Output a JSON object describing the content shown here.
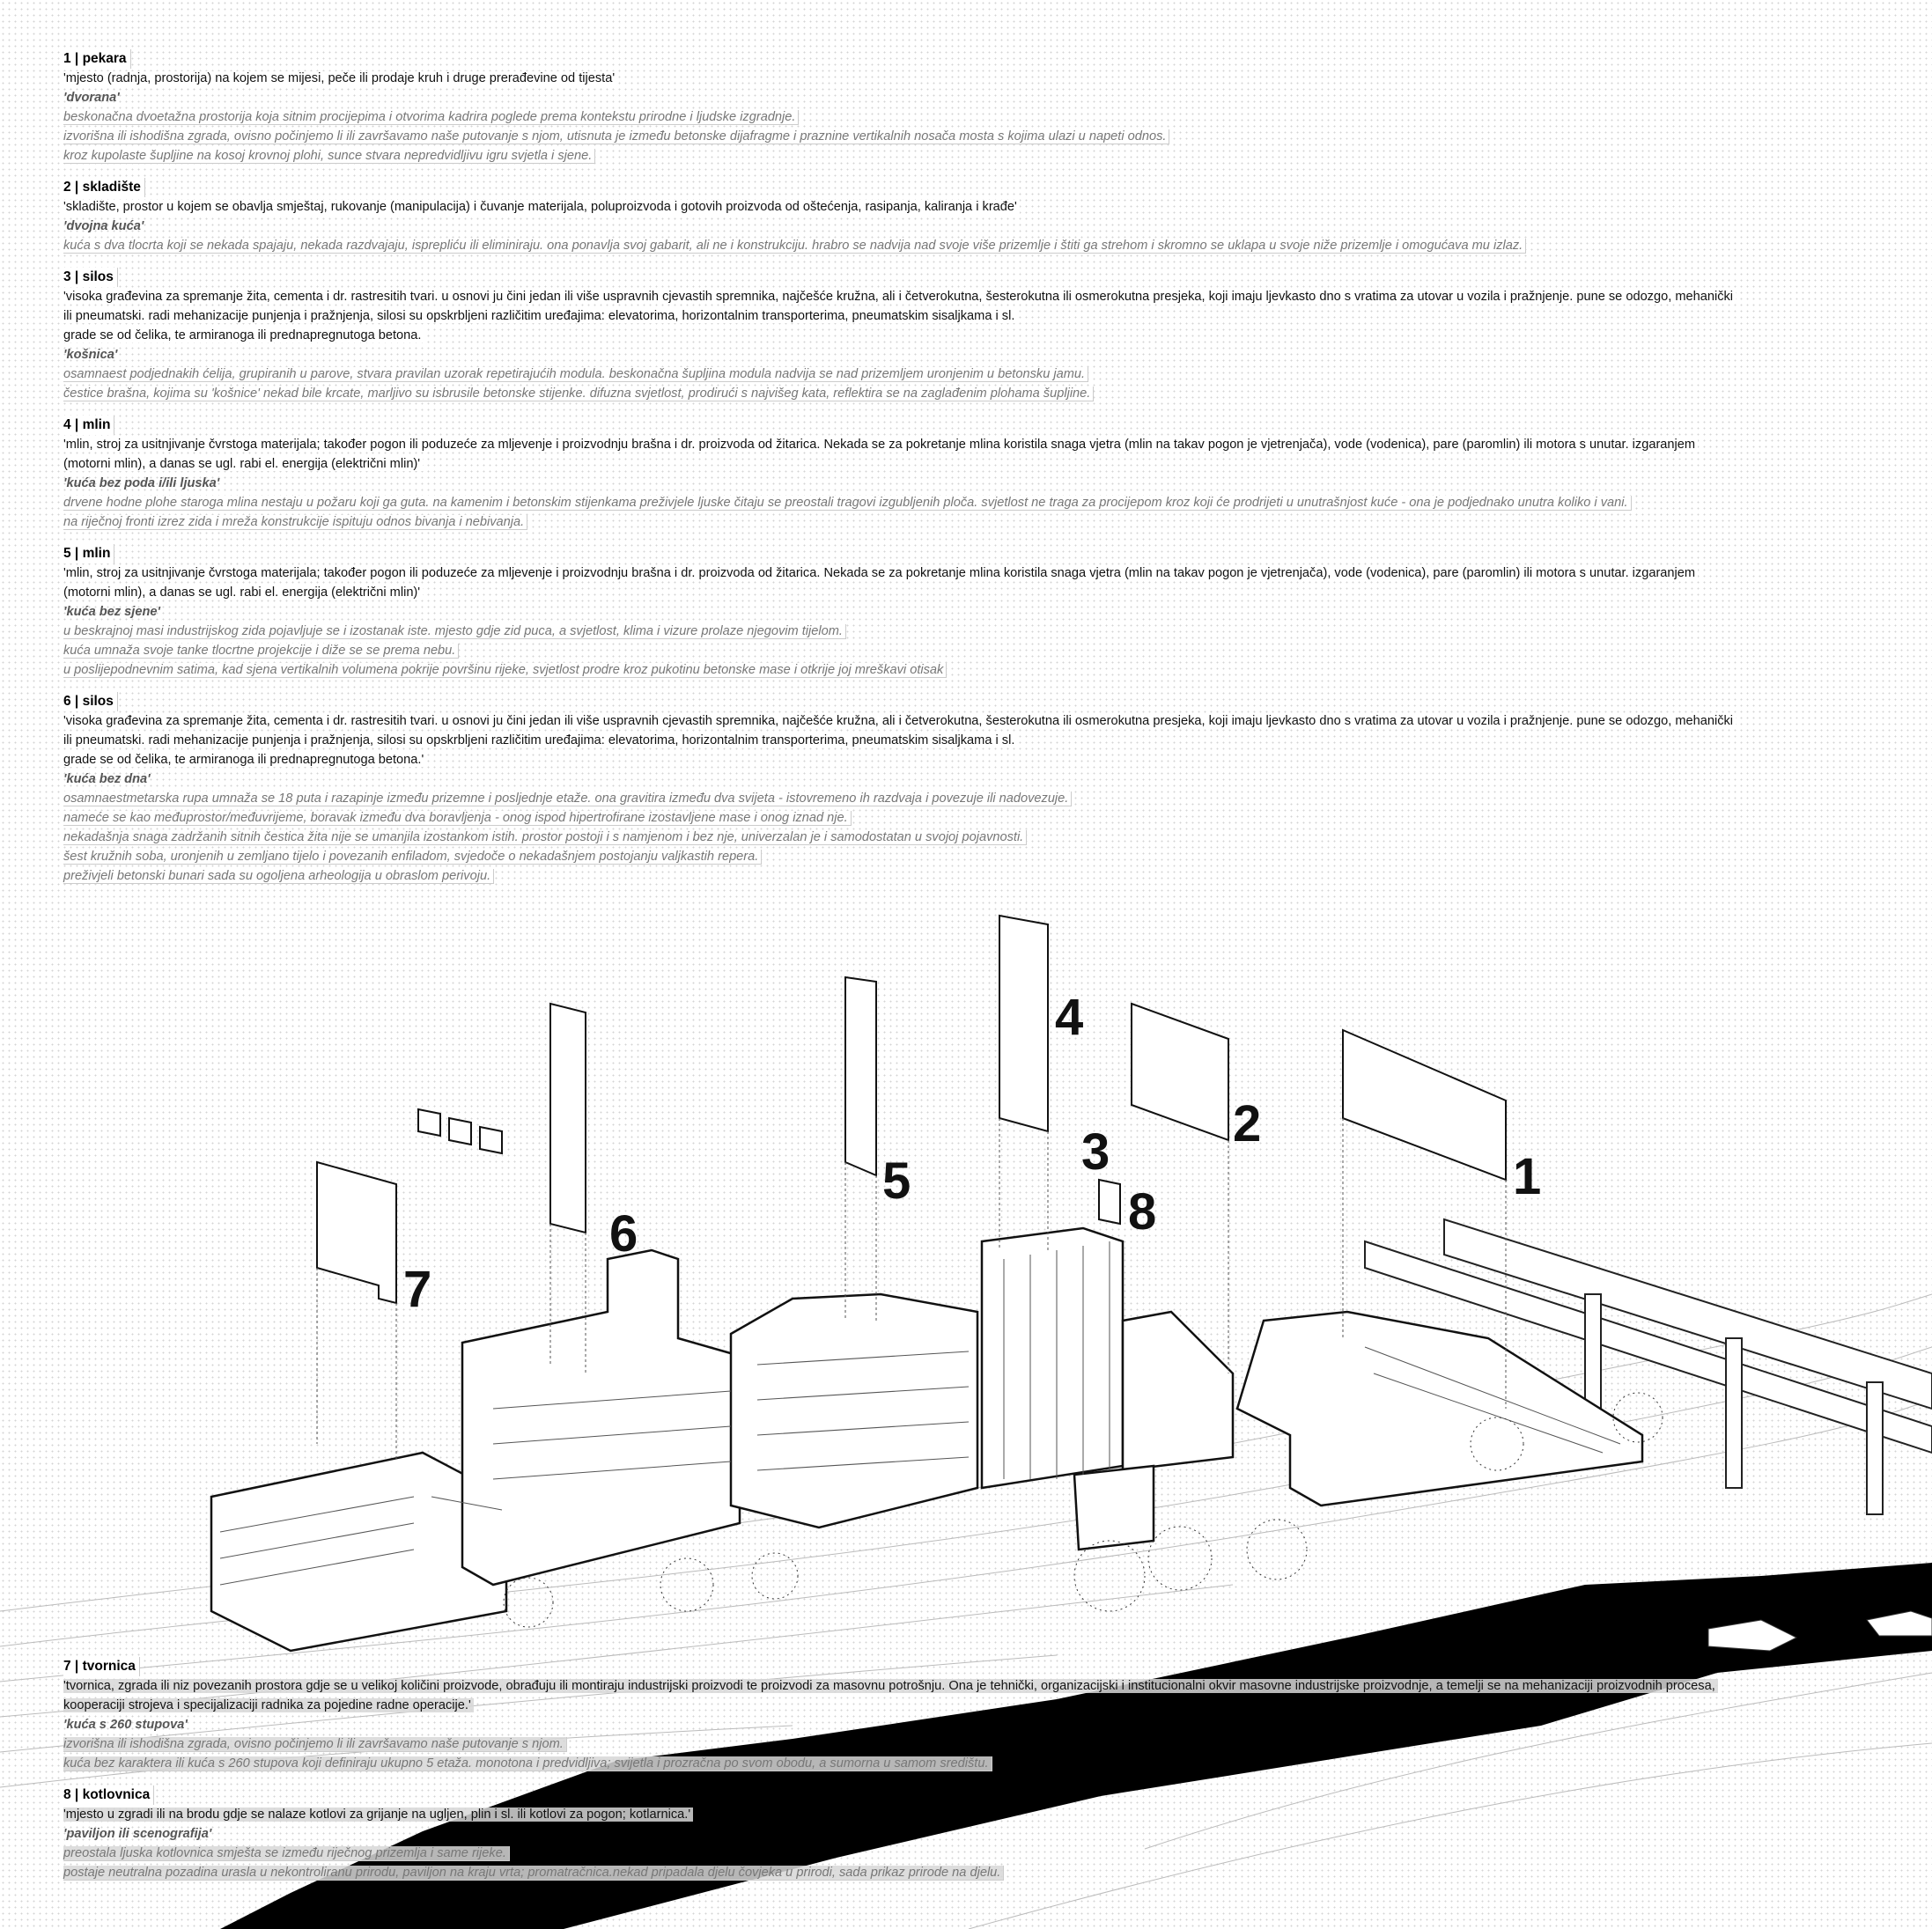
{
  "sections_top": [
    {
      "heading": "1 | pekara",
      "definition": [
        "'mjesto (radnja, prostorija) na kojem se mijesi, peče ili prodaje kruh i druge prerađevine od tijesta'"
      ],
      "concept": "'dvorana'",
      "description": [
        "beskonačna dvoetažna prostorija koja sitnim procijepima i otvorima kadrira poglede prema kontekstu prirodne i ljudske izgradnje.",
        "izvorišna ili ishodišna zgrada, ovisno počinjemo li ili završavamo naše putovanje s njom, utisnuta je između betonske dijafragme i praznine vertikalnih nosača mosta s kojima ulazi u napeti odnos.",
        "kroz kupolaste šupljine na kosoj krovnoj plohi, sunce stvara nepredvidljivu igru svjetla i sjene."
      ]
    },
    {
      "heading": "2 | skladište",
      "definition": [
        "'skladište, prostor u kojem se obavlja smještaj, rukovanje (manipulacija) i čuvanje materijala, poluproizvoda i gotovih proizvoda od oštećenja, rasipanja, kaliranja i krađe'"
      ],
      "concept": "'dvojna kuća'",
      "description": [
        "kuća  s dva tlocrta koji se nekada spajaju, nekada razdvajaju, isprepliću ili eliminiraju. ona ponavlja svoj gabarit, ali ne i konstrukciju. hrabro se nadvija nad svoje više prizemlje i štiti ga strehom i skromno se uklapa u svoje niže prizemlje i omogućava mu izlaz."
      ]
    },
    {
      "heading": "3 | silos",
      "definition": [
        "'visoka građevina za spremanje žita, cementa i dr. rastresitih tvari. u osnovi ju čini jedan ili više uspravnih cjevastih spremnika, najčešće kružna, ali i četverokutna, šesterokutna ili osmerokutna presjeka, koji imaju ljevkasto dno s vratima za utovar u vozila i pražnjenje. pune se odozgo, mehanički",
        "ili pneumatski. radi mehanizacije punjenja i pražnjenja, silosi su opskrbljeni različitim uređajima: elevatorima, horizontalnim transporterima, pneumatskim sisaljkama i sl.",
        "grade se od čelika, te armiranoga ili prednapregnutoga betona."
      ],
      "concept": "'košnica'",
      "description": [
        "osamnaest podjednakih ćelija, grupiranih u parove, stvara pravilan uzorak repetirajućih modula. beskonačna šupljina modula nadvija se nad prizemljem uronjenim u betonsku jamu.",
        "čestice brašna, kojima su 'košnice' nekad bile krcate, marljivo su isbrusile betonske stijenke. difuzna svjetlost, prodirući s najvišeg kata, reflektira se na zaglađenim plohama šupljine."
      ]
    },
    {
      "heading": "4 | mlin",
      "definition": [
        "'mlin, stroj za usitnjivanje čvrstoga materijala; također pogon ili poduzeće za mljevenje i proizvodnju brašna i dr. proizvoda od žitarica. Nekada se za pokretanje mlina koristila snaga vjetra (mlin na takav pogon je vjetrenjača), vode (vodenica), pare (paromlin) ili motora s unutar. izgaranjem",
        "(motorni mlin), a danas se ugl. rabi el. energija (električni mlin)'"
      ],
      "concept": "'kuća bez poda i/ili ljuska'",
      "description": [
        "drvene hodne plohe staroga mlina nestaju u požaru koji ga guta. na kamenim i betonskim stijenkama preživjele ljuske čitaju se preostali tragovi izgubljenih ploča. svjetlost ne traga za procijepom kroz koji će prodrijeti u unutrašnjost kuće - ona je podjednako unutra koliko i vani.",
        "na riječnoj fronti izrez zida i mreža konstrukcije ispituju odnos bivanja i nebivanja."
      ]
    },
    {
      "heading": "5 | mlin",
      "definition": [
        "'mlin, stroj za usitnjivanje čvrstoga materijala; također pogon ili poduzeće za mljevenje i proizvodnju brašna i dr. proizvoda od žitarica. Nekada se za pokretanje mlina koristila snaga vjetra (mlin na takav pogon je vjetrenjača), vode (vodenica), pare (paromlin) ili motora s unutar. izgaranjem",
        "(motorni mlin), a danas se ugl. rabi el. energija (električni mlin)'"
      ],
      "concept": "'kuća bez sjene'",
      "description": [
        "u beskrajnoj masi industrijskog zida pojavljuje se i izostanak iste. mjesto gdje zid puca, a svjetlost, klima i vizure prolaze njegovim tijelom.",
        "kuća umnaža svoje tanke tlocrtne projekcije i diže se se prema nebu.",
        "u poslijepodnevnim satima, kad sjena vertikalnih volumena pokrije površinu rijeke, svjetlost prodre kroz pukotinu betonske mase i otkrije joj mreškavi otisak"
      ]
    },
    {
      "heading": "6 | silos",
      "definition": [
        "'visoka građevina za spremanje žita, cementa i dr. rastresitih tvari. u osnovi ju čini jedan ili više uspravnih cjevastih spremnika, najčešće kružna, ali i četverokutna, šesterokutna ili osmerokutna presjeka, koji imaju ljevkasto dno s vratima za utovar u vozila i pražnjenje. pune se odozgo, mehanički",
        "ili pneumatski. radi mehanizacije punjenja i pražnjenja, silosi su opskrbljeni različitim uređajima: elevatorima, horizontalnim transporterima, pneumatskim sisaljkama i sl.",
        "grade se od čelika, te armiranoga ili prednapregnutoga betona.'"
      ],
      "concept": "'kuća bez dna'",
      "description": [
        "osamnaestmetarska rupa umnaža se 18 puta i razapinje između prizemne i posljednje etaže. ona gravitira između dva svijeta - istovremeno ih razdvaja i povezuje ili nadovezuje.",
        "nameće se kao međuprostor/međuvrijeme, boravak između dva boravljenja - onog ispod hipertrofirane izostavljene mase i onog iznad nje.",
        "nekadašnja snaga zadržanih sitnih čestica žita nije se umanjila izostankom istih. prostor postoji i s namjenom i bez nje, univerzalan je i samodostatan u svojoj pojavnosti.",
        "šest kružnih soba, uronjenih u zemljano tijelo i povezanih enfiladom, svjedoče o nekadašnjem postojanju valjkastih repera.",
        "preživjeli betonski bunari sada su ogoljena arheologija u obraslom perivoju."
      ]
    }
  ],
  "sections_bottom": [
    {
      "heading": "7 | tvornica",
      "definition": [
        "'tvornica, zgrada ili niz povezanih prostora gdje se u velikoj količini proizvode, obrađuju ili montiraju industrijski proizvodi te proizvodi za masovnu potrošnju. Ona je tehnički, organizacijski i institucionalni okvir masovne industrijske proizvodnje, a temelji se na mehanizaciji proizvodnih procesa,",
        "kooperaciji strojeva i specijalizaciji radnika za pojedine radne operacije.'"
      ],
      "concept": "'kuća s 260 stupova'",
      "description": [
        "izvorišna ili ishodišna zgrada, ovisno počinjemo li ili završavamo naše putovanje s njom.",
        "kuća bez karaktera ili kuća s 260 stupova koji definiraju ukupno 5 etaža. monotona i predvidljiva; svijetla i prozračna po svom obodu, a sumorna u samom središtu."
      ]
    },
    {
      "heading": "8 | kotlovnica",
      "definition": [
        "'mjesto u zgradi ili na brodu gdje se nalaze kotlovi za grijanje na ugljen, plin i sl. ili kotlovi za pogon; kotlarnica.'"
      ],
      "concept": "'paviljon ili scenografija'",
      "description": [
        "preostala ljuska kotlovnica smješta se između riječnog prizemlja i same rijeke.",
        "postaje neutralna pozadina urasla u nekontroliranu prirodu, paviljon na kraju vrta; promatračnica.nekad pripadala djelu čovjeka u prirodi, sada prikaz prirode na djelu."
      ]
    }
  ],
  "labels": {
    "n1": "1",
    "n2": "2",
    "n3": "3",
    "n4": "4",
    "n5": "5",
    "n6": "6",
    "n7": "7",
    "n8": "8"
  },
  "colors": {
    "ink": "#111111",
    "river": "#000000",
    "concept": "#555555",
    "description": "#777777"
  }
}
